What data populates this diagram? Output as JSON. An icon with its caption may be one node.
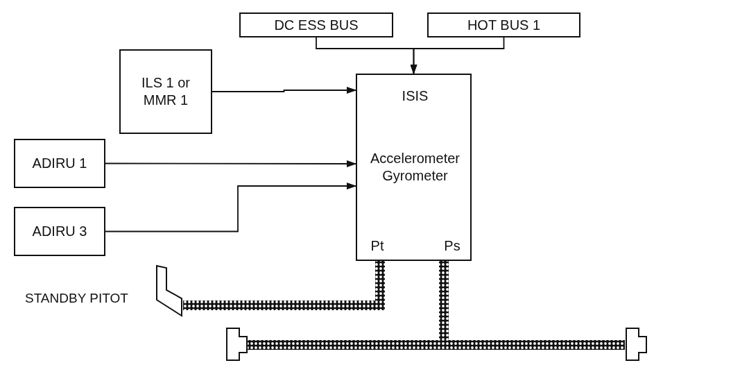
{
  "diagram": {
    "nodes": [
      {
        "text": [
          "DC ESS BUS"
        ]
      },
      {
        "text": [
          "HOT BUS 1"
        ]
      },
      {
        "text": [
          "ISIS",
          "Accelerometer Gyrometer",
          "Pt",
          "Ps"
        ]
      },
      {
        "text": [
          "ILS 1 or MMR 1"
        ]
      },
      {
        "text": [
          "ADIRU 1"
        ]
      },
      {
        "text": [
          "ADIRU 3"
        ]
      },
      {
        "text": [],
        "shape": "picture",
        "beside": [
          "STANDBY PITOT"
        ]
      },
      {
        "text": [],
        "shape": "box"
      },
      {
        "text": [],
        "shape": "box"
      }
    ],
    "edges": [
      {
        "from": 0,
        "to": 2,
        "arrow": "to"
      },
      {
        "from": 1,
        "to": 2,
        "arrow": "to"
      },
      {
        "from": 3,
        "to": 2,
        "arrow": "to"
      },
      {
        "from": 4,
        "to": 2,
        "arrow": "to"
      },
      {
        "from": 5,
        "to": 2,
        "arrow": "to"
      },
      {
        "from": 6,
        "to": 2,
        "arrow": "none",
        "style": "thick"
      },
      {
        "from": 7,
        "to": 2,
        "arrow": "none",
        "style": "thick"
      },
      {
        "from": 8,
        "to": 2,
        "arrow": "none",
        "style": "thick"
      }
    ]
  }
}
